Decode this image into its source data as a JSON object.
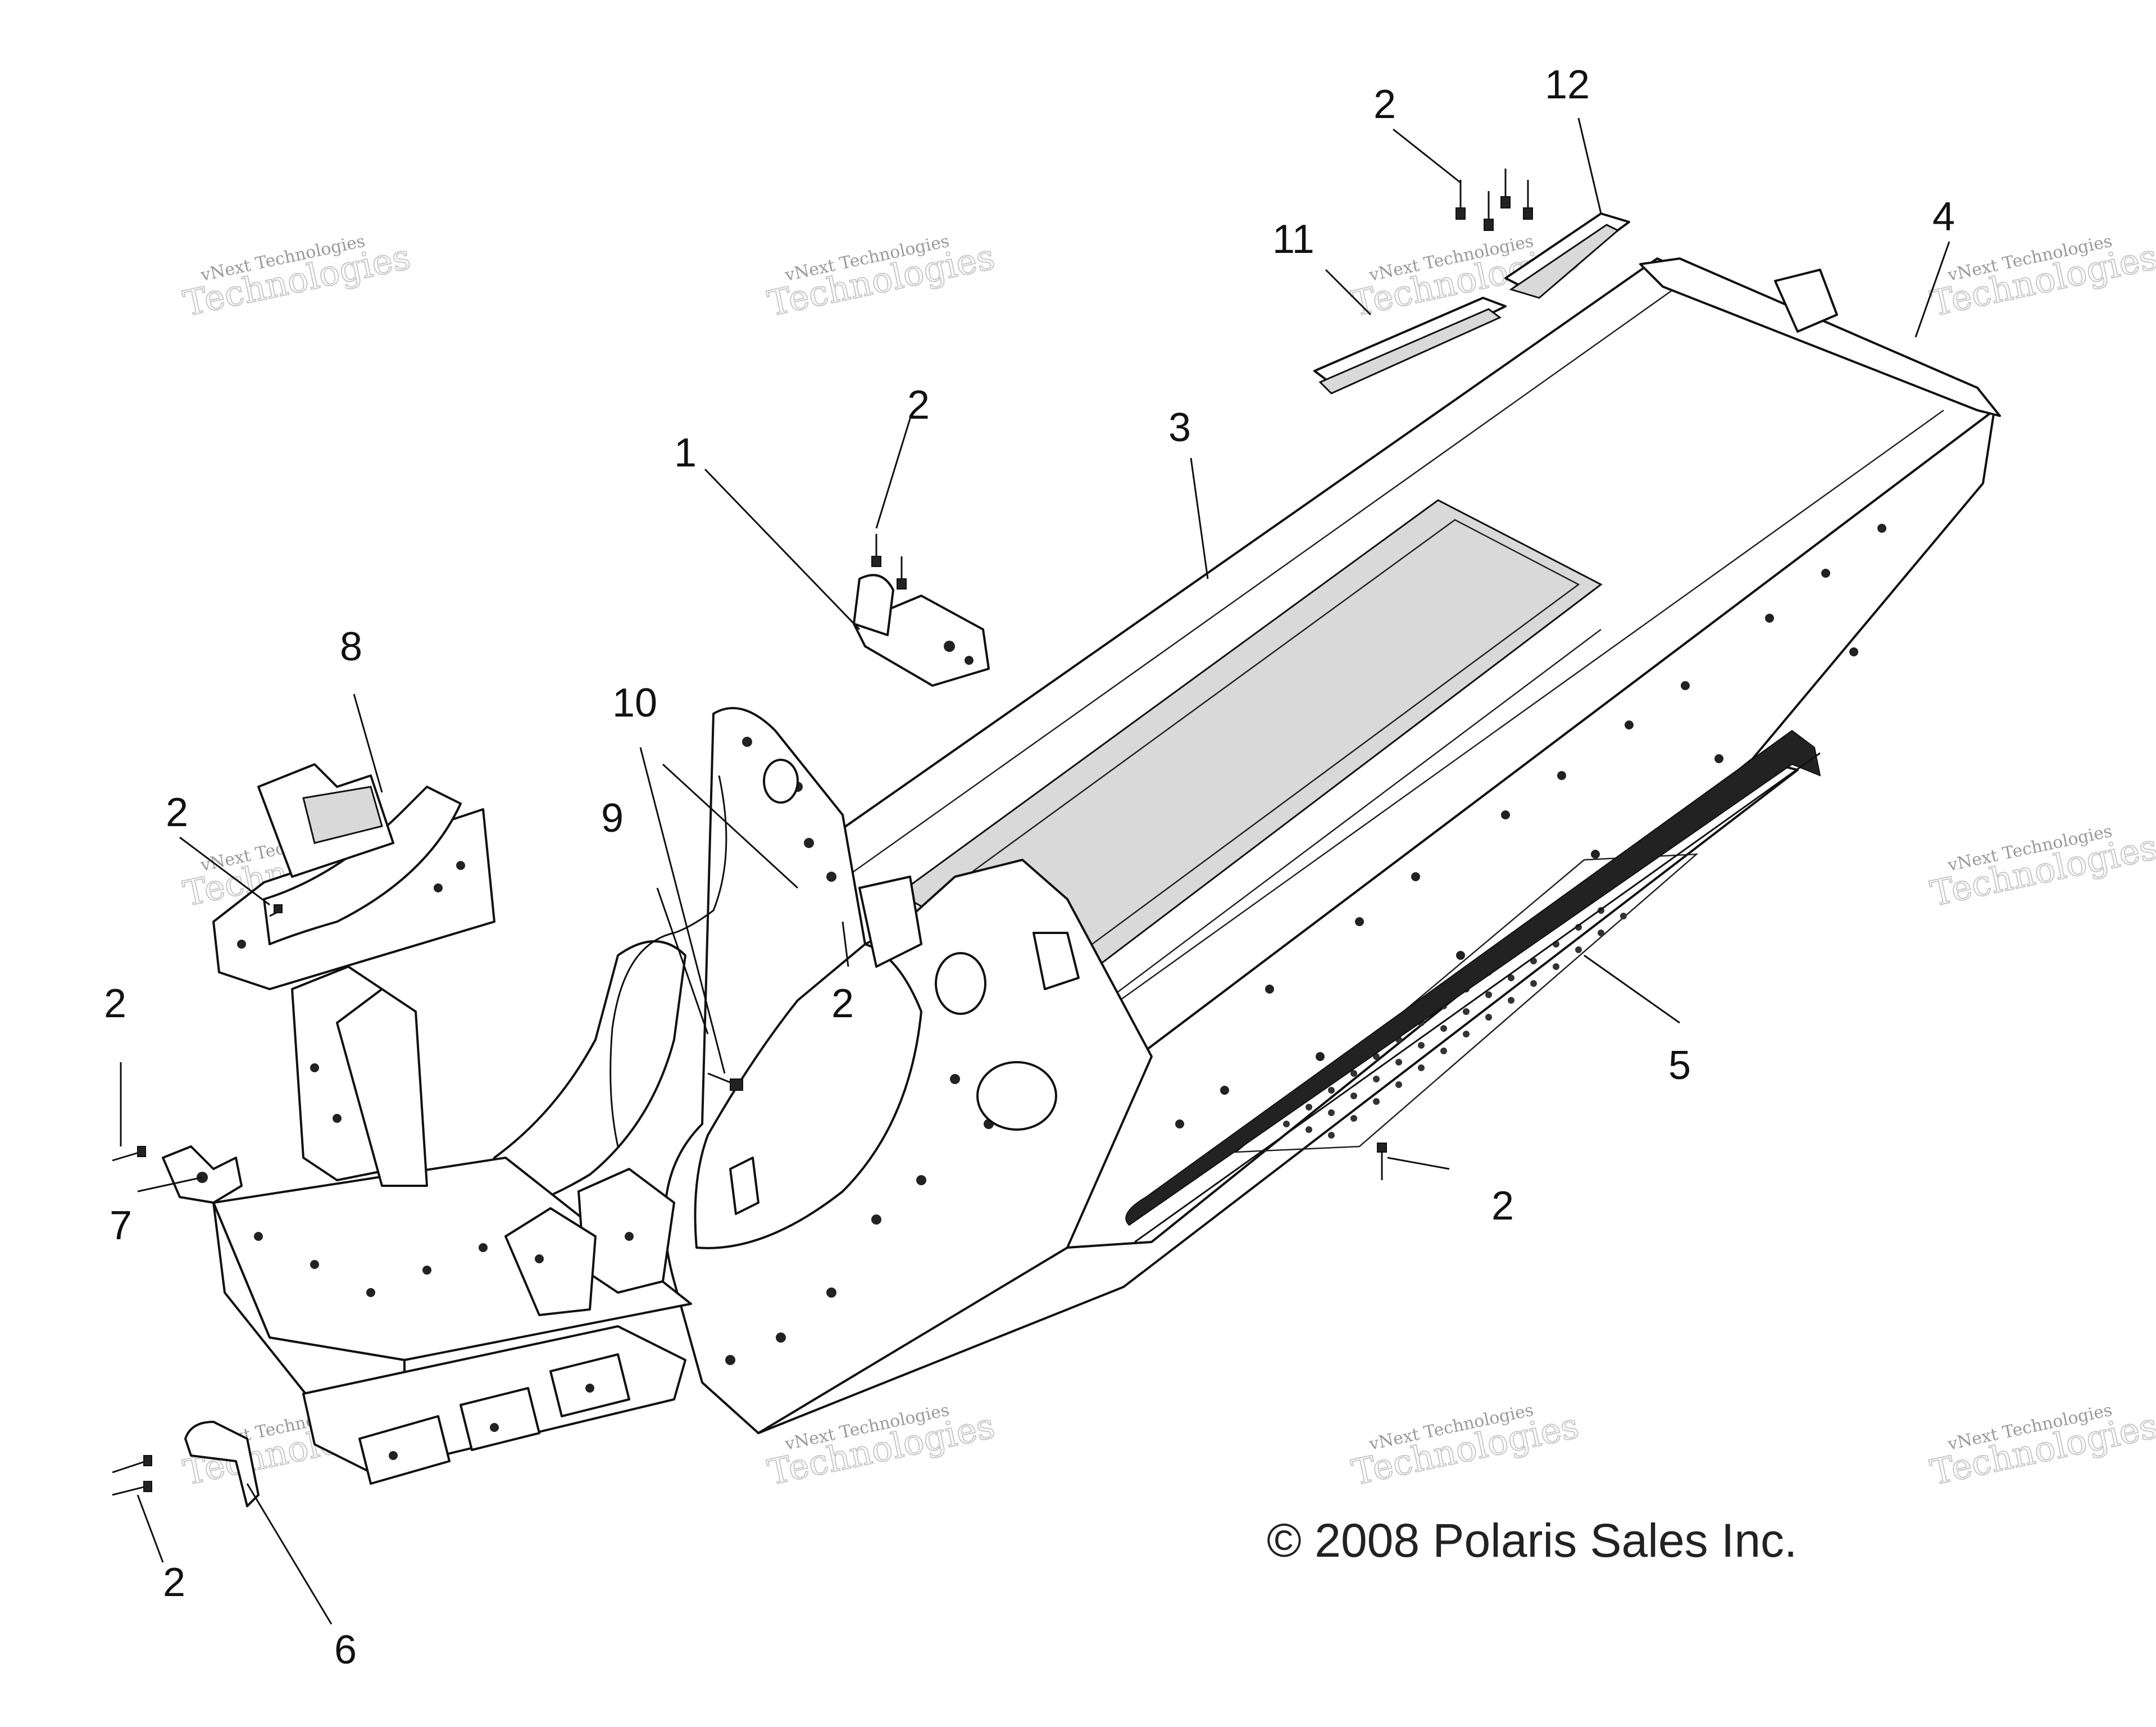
{
  "diagram": {
    "copyright": "© 2008 Polaris Sales Inc.",
    "watermark_top": "vNext Technologies",
    "watermark_big": "Technologies",
    "callouts": [
      "1",
      "2",
      "3",
      "4",
      "5",
      "6",
      "7",
      "8",
      "9",
      "10",
      "11",
      "12"
    ],
    "callout_2": "2"
  }
}
